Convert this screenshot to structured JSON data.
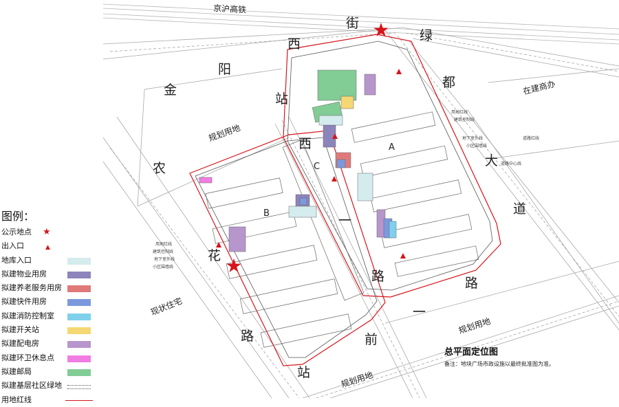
{
  "legend": {
    "title": "图例：",
    "items": [
      {
        "label": "公示地点",
        "kind": "star",
        "color": "#d7141a"
      },
      {
        "label": "出入口",
        "kind": "triangle",
        "color": "#d7141a"
      },
      {
        "label": "地库入口",
        "kind": "swatch",
        "color": "#d5ecee"
      },
      {
        "label": "拟建物业用房",
        "kind": "swatch",
        "color": "#8c84bb"
      },
      {
        "label": "拟建养老服务用房",
        "kind": "swatch",
        "color": "#e07a7a"
      },
      {
        "label": "拟建快件用房",
        "kind": "swatch",
        "color": "#7c99dd"
      },
      {
        "label": "拟建消防控制室",
        "kind": "swatch",
        "color": "#7fd0ec"
      },
      {
        "label": "拟建开关站",
        "kind": "swatch",
        "color": "#f5d774"
      },
      {
        "label": "拟建配电房",
        "kind": "swatch",
        "color": "#b796cc"
      },
      {
        "label": "拟建环卫休息点",
        "kind": "swatch",
        "color": "#f27de2"
      },
      {
        "label": "拟建邮局",
        "kind": "swatch",
        "color": "#82cc96"
      },
      {
        "label": "拟建基层社区绿地",
        "kind": "hatch",
        "color": "#555555"
      },
      {
        "label": "用地红线",
        "kind": "line",
        "color": "#d7141a"
      }
    ]
  },
  "roads": {
    "top": "京沪高铁",
    "jinyang_chars": [
      "金",
      "阳",
      "站",
      "西",
      "街"
    ],
    "lvdu_chars": [
      "绿",
      "都",
      "大",
      "道"
    ],
    "nonghua_chars": [
      "农",
      "花",
      "路"
    ],
    "xiyi_chars": [
      "西",
      "一",
      "路"
    ],
    "zhanqian_chars": [
      "站",
      "前",
      "一",
      "路"
    ]
  },
  "areas": {
    "planned": "规划用地",
    "existing_residential": "现状住宅",
    "office": "在建商办",
    "plot_a": "A",
    "plot_b": "B",
    "plot_c": "C"
  },
  "annotations": {
    "right_list": [
      "用地红线",
      "建筑控制线",
      "地下室外线",
      "小区围墙线"
    ],
    "left_list": [
      "用地红线",
      "建筑控制线",
      "地下室外线",
      "小区围墙线"
    ],
    "road_red": "道路红线",
    "road_center": "道路中心线"
  },
  "plan_title": "总平面定位图",
  "note": "备注：地块广场市政设施以最终批准图为准。",
  "colors": {
    "red": "#d7141a",
    "line": "#9a9a9a",
    "dark": "#555555"
  }
}
